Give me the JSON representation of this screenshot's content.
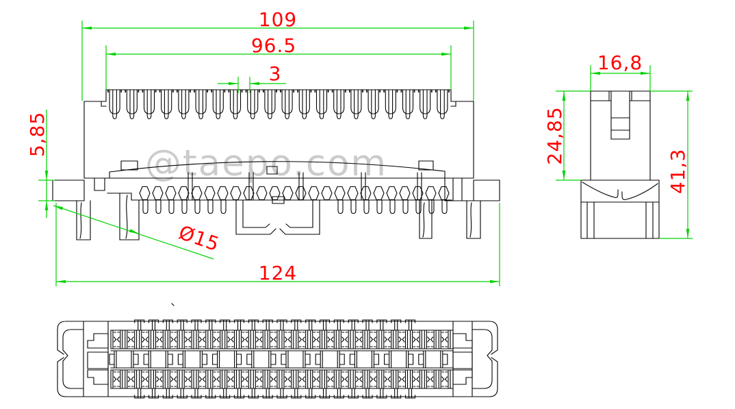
{
  "watermark": {
    "text": "@taepo.com"
  },
  "views": {
    "front": {
      "name": "front-view",
      "dims": {
        "width_top": "109",
        "teeth_span": "96.5",
        "tooth_pitch": "3",
        "shoulder_height": "5,85",
        "leg_diameter": "Ø15",
        "overall_width": "124"
      }
    },
    "side": {
      "name": "side-view",
      "dims": {
        "width": "16,8",
        "body_height": "24,85",
        "overall_height": "41,3"
      }
    },
    "bottom": {
      "name": "bottom-view"
    }
  },
  "counts": {
    "front_teeth": 20,
    "front_contacts": 24,
    "front_pins": 24,
    "front_posts": 5,
    "bottom_columns": 24,
    "bottom_squares": 10,
    "bottom_edge_pins": 20
  },
  "colors": {
    "line": "#000000",
    "dimension": "#00d300",
    "label": "#ff0000",
    "watermark": "#cbcbcb",
    "background": "#ffffff"
  }
}
